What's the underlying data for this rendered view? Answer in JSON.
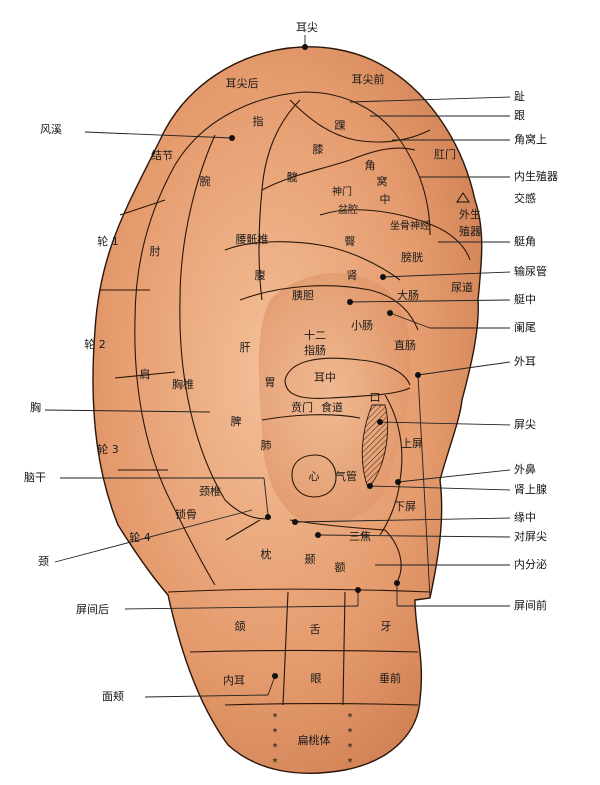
{
  "zones": {
    "ear_apex_back": "耳尖后",
    "ear_apex_front": "耳尖前",
    "finger": "指",
    "ankle": "踝",
    "knee": "膝",
    "knot": "结节",
    "wrist": "腕",
    "hip": "髋",
    "fossa_angle": "角",
    "fossa_nest": "窝",
    "fossa_mid": "中",
    "anus": "肛门",
    "shenmen": "神门",
    "pelvis": "盆腔",
    "buttock": "臀",
    "sciatic": "坐骨神经",
    "ext_genital_1": "外生",
    "ext_genital_2": "殖器",
    "helix1": "轮 1",
    "elbow": "肘",
    "lumbosacral": "腰骶椎",
    "abdomen": "腹",
    "kidney": "肾",
    "bladder": "膀胱",
    "pancreas_gb": "胰胆",
    "urethra": "尿道",
    "large_intestine": "大肠",
    "small_intestine": "小肠",
    "helix2": "轮 2",
    "liver": "肝",
    "duodenum_1": "十二",
    "duodenum_2": "指肠",
    "rectum": "直肠",
    "shoulder": "肩",
    "thoracic": "胸椎",
    "stomach": "胃",
    "ear_center": "耳中",
    "cardia": "贲门",
    "esophagus": "食道",
    "mouth": "口",
    "spleen": "脾",
    "upper_screen": "上屏",
    "helix3": "轮 3",
    "lung": "肺",
    "heart": "心",
    "trachea": "气管",
    "cervical": "颈椎",
    "clavicle": "锁骨",
    "lower_screen": "下屏",
    "helix4": "轮 4",
    "triple_burner": "三焦",
    "occiput": "枕",
    "temple": "颞",
    "forehead": "额",
    "jaw": "颌",
    "tongue": "舌",
    "tooth": "牙",
    "inner_ear": "内耳",
    "eye": "眼",
    "lobe_front": "垂前",
    "tonsil": "扁桃体"
  },
  "callouts": {
    "ear_apex": "耳尖",
    "wind_stream": "风溪",
    "toe": "趾",
    "heel": "跟",
    "upper_fossa_angle": "角窝上",
    "internal_genitals": "内生殖器",
    "sympathetic": "交感",
    "helix_angle": "艇角",
    "ureter": "输尿管",
    "helix_mid": "艇中",
    "appendix": "阑尾",
    "external_ear": "外耳",
    "chest": "胸",
    "screen_apex": "屏尖",
    "brainstem": "脑干",
    "external_nose": "外鼻",
    "adrenal": "肾上腺",
    "neck": "颈",
    "edge_center": "缘中",
    "opp_screen_apex": "对屏尖",
    "endocrine": "内分泌",
    "behind_screen": "屏间后",
    "front_screen": "屏间前",
    "cheek": "面颊"
  },
  "colors": {
    "skin_light": "#f2b68e",
    "skin_mid": "#dd8f62",
    "skin_dark": "#c27046",
    "outline": "#2a1608"
  }
}
